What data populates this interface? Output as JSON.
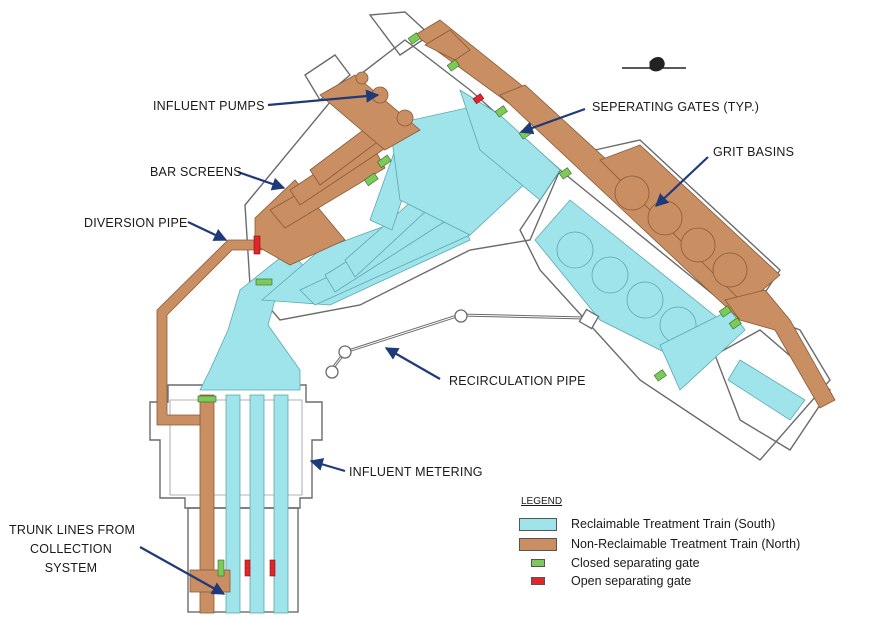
{
  "callouts": {
    "influent_pumps": "INFLUENT PUMPS",
    "bar_screens": "BAR SCREENS",
    "diversion_pipe": "DIVERSION PIPE",
    "separating_gates": "SEPERATING GATES (TYP.)",
    "grit_basins": "GRIT BASINS",
    "recirculation_pipe": "RECIRCULATION PIPE",
    "influent_metering": "INFLUENT METERING",
    "trunk_lines_1": "TRUNK LINES FROM",
    "trunk_lines_2": "COLLECTION",
    "trunk_lines_3": "SYSTEM"
  },
  "legend": {
    "title": "LEGEND",
    "items": [
      {
        "label": "Reclaimable Treatment Train (South)",
        "color": "#9fe4ea"
      },
      {
        "label": "Non-Reclaimable Treatment Train (North)",
        "color": "#c98e62"
      },
      {
        "label": "Closed separating gate",
        "color": "#7dc95a"
      },
      {
        "label": "Open separating gate",
        "color": "#e0252b"
      }
    ]
  },
  "colors": {
    "reclaimable": "#9fe4ea",
    "non_reclaimable": "#c98e62",
    "closed_gate": "#7dc95a",
    "open_gate": "#e0252b",
    "arrow": "#1f3a7a"
  }
}
